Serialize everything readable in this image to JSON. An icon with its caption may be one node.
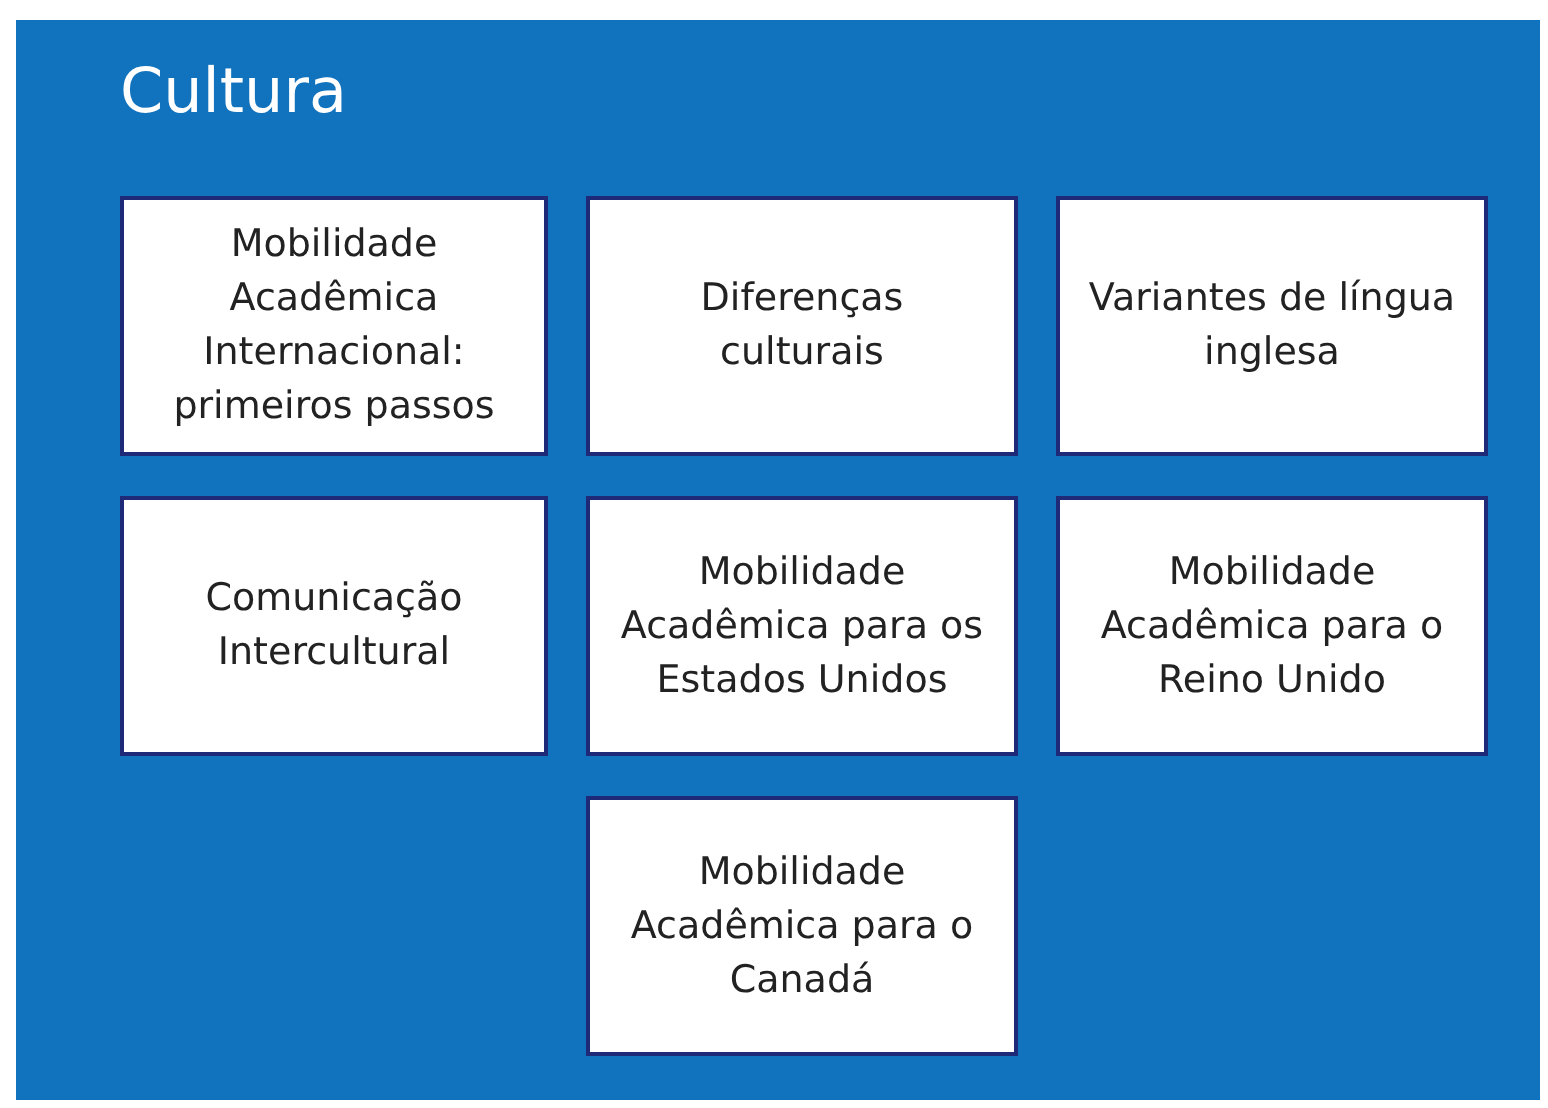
{
  "diagram": {
    "nodes": [
      {
        "text": [
          "Cultura"
        ]
      },
      {
        "text": [
          "Mobilidade Acadêmica Internacional: primeiros passos"
        ],
        "in": 0
      },
      {
        "text": [
          "Diferenças culturais"
        ],
        "in": 0
      },
      {
        "text": [
          "Variantes de língua inglesa"
        ],
        "in": 0
      },
      {
        "text": [
          "Comunicação Intercultural"
        ],
        "in": 0
      },
      {
        "text": [
          "Mobilidade Acadêmica para os Estados Unidos"
        ],
        "in": 0
      },
      {
        "text": [
          "Mobilidade Acadêmica para o Reino Unido"
        ],
        "in": 0
      },
      {
        "text": [
          "Mobilidade Acadêmica para o Canadá"
        ],
        "in": 0
      }
    ]
  }
}
